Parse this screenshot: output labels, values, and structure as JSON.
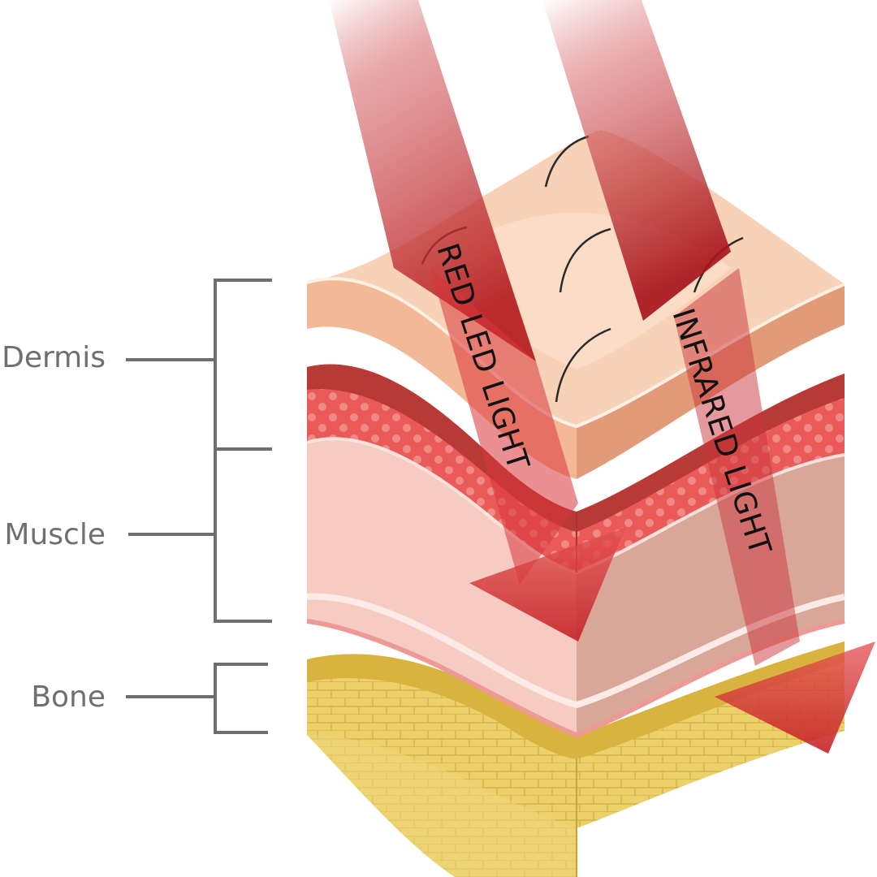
{
  "labels": {
    "dermis": "Dermis",
    "muscle": "Muscle",
    "bone": "Bone"
  },
  "beams": {
    "red_led": "RED LED LIGHT",
    "infrared": "INFRARED LIGHT"
  },
  "colors": {
    "skin_top": "#f8d2b6",
    "skin_side": "#e9a583",
    "red_layer": "#e95a59",
    "red_dark": "#b83a36",
    "muscle_pink": "#f5cbc2",
    "bone": "#e9c95d",
    "bone_dark": "#b99630",
    "beam": "#c62a2d",
    "bracket": "#6f6f6f"
  }
}
